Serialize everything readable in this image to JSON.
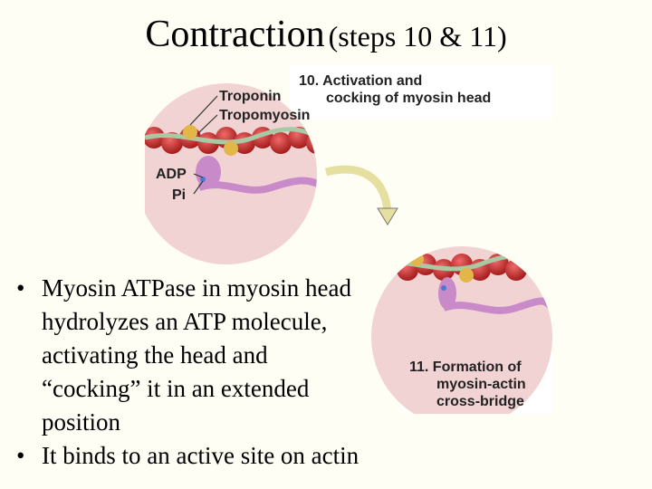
{
  "slide": {
    "title_main": "Contraction",
    "title_sub": "(steps 10 & 11)"
  },
  "figure": {
    "step10_line1": "10. Activation and",
    "step10_line2": "cocking of myosin head",
    "label_troponin": "Troponin",
    "label_tropomyosin": "Tropomyosin",
    "label_adp": "ADP",
    "label_pi": "Pi",
    "step11_line1": "11. Formation of",
    "step11_line2": "myosin-actin",
    "step11_line3": "cross-bridge"
  },
  "bullets": [
    "Myosin ATPase in myosin head hydrolyzes an ATP molecule, activating the head and “cocking” it in an extended position",
    "It binds to an active site on actin"
  ],
  "colors": {
    "circle_fill": "#f2d3d3",
    "actin": "#c22a2a",
    "tropomyosin": "#a9c9a4",
    "troponin": "#e3b64a",
    "myosin": "#c98ac9"
  }
}
